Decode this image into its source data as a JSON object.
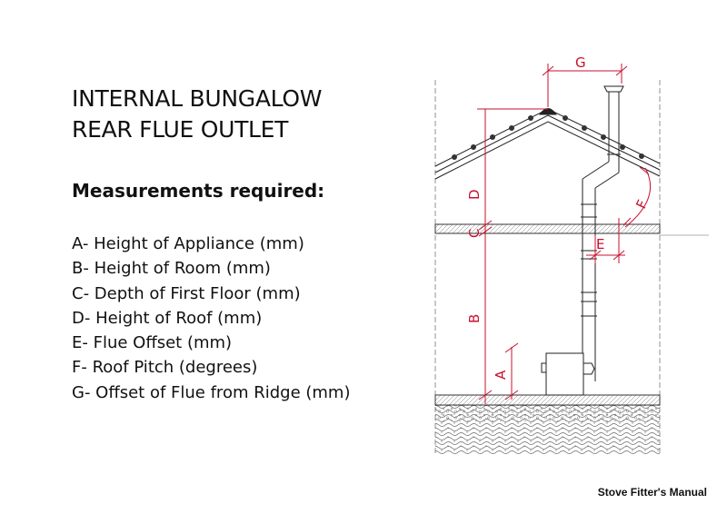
{
  "title": {
    "line1": "INTERNAL BUNGALOW",
    "line2": "REAR FLUE OUTLET"
  },
  "subheading": "Measurements required:",
  "measurements": [
    "A- Height of Appliance (mm)",
    "B- Height of Room (mm)",
    "C- Depth of First Floor (mm)",
    "D-  Height of Roof (mm)",
    "E- Flue Offset (mm)",
    "F- Roof Pitch (degrees)",
    "G- Offset of Flue from Ridge (mm)"
  ],
  "diagram_labels": {
    "a": "A",
    "b": "B",
    "c": "C",
    "d": "D",
    "e": "E",
    "f": "F",
    "g": "G"
  },
  "footer": "Stove Fitter's Manual",
  "colors": {
    "dimension": "#c8102e",
    "drawing": "#222222",
    "hatch": "#555555"
  }
}
